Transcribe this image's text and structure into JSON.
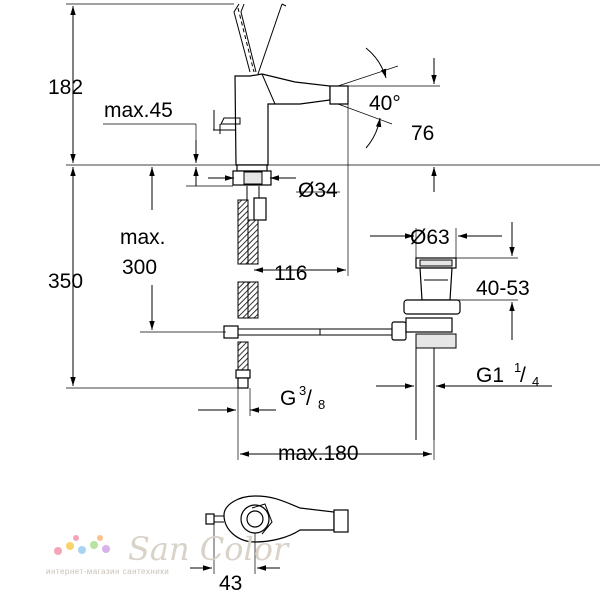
{
  "dimensions": {
    "height_top": "182",
    "max_45": "max.45",
    "angle": "40°",
    "height_76": "76",
    "dia_34": "Ø34",
    "height_350": "350",
    "max_label": "max.",
    "max_value": "300",
    "width_116": "116",
    "dia_63": "Ø63",
    "range_40_53": "40-53",
    "g_label": "G",
    "g_num": "3",
    "g_den": "8",
    "g1_label": "G1",
    "g1_num": "1",
    "g1_den": "4",
    "max_180": "max.180",
    "width_43": "43"
  },
  "watermark": {
    "brand": "San Color",
    "tagline": "интернет-магазин сантехники"
  },
  "colors": {
    "line": "#000000",
    "watermark": "#d9d2c8",
    "dots": [
      "#f4a6b8",
      "#f7d36b",
      "#a6d4f2",
      "#b9e3a0",
      "#d6b3ea",
      "#f9c38c"
    ]
  }
}
